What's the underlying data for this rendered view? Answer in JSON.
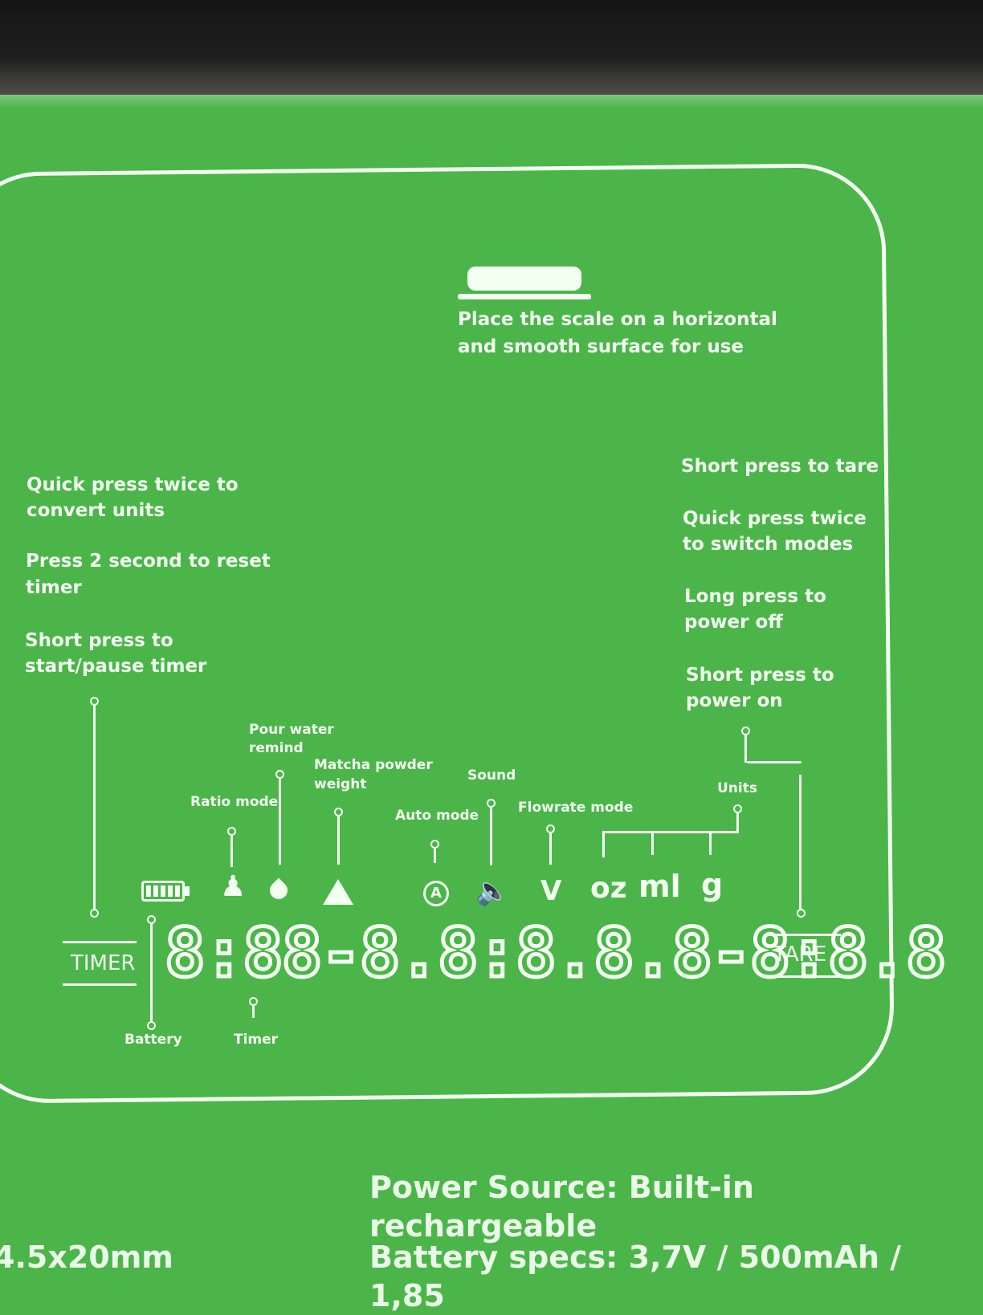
{
  "top_note": {
    "line1": "Place the scale on a horizontal",
    "line2": "and smooth surface for use"
  },
  "left_instructions": {
    "units": [
      "Quick press twice to",
      "convert units"
    ],
    "reset": [
      "Press 2 second to reset",
      "timer"
    ],
    "start": [
      "Short press to",
      "start/pause timer"
    ]
  },
  "right_instructions": {
    "tare": [
      "Short press to tare"
    ],
    "modes": [
      "Quick press twice",
      "to switch modes"
    ],
    "off": [
      "Long press to",
      "power off"
    ],
    "on": [
      "Short press to",
      "power on"
    ]
  },
  "indicator_labels": {
    "pour_water": [
      "Pour water",
      "remind"
    ],
    "matcha": [
      "Matcha powder",
      "weight"
    ],
    "sound": "Sound",
    "ratio": "Ratio mode",
    "auto": "Auto mode",
    "flowrate": "Flowrate mode",
    "units": "Units",
    "battery": "Battery",
    "timer": "Timer"
  },
  "unit_symbols": {
    "v": "V",
    "oz": "oz",
    "ml": "ml",
    "g": "g"
  },
  "display_digits": "8:88-8.8:8.8.8-8:8.8",
  "buttons": {
    "timer": "TIMER",
    "tare": "TARE"
  },
  "footer": {
    "left": "4.5x20mm",
    "power": "Power Source: Built-in rechargeable",
    "battery": "Battery specs: 3,7V / 500mAh / 1,85"
  }
}
